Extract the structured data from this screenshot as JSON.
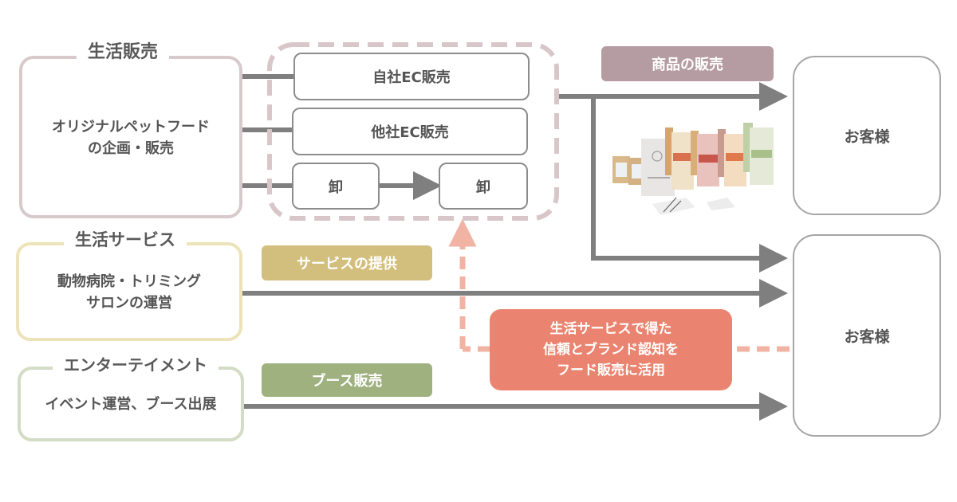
{
  "colors": {
    "life_sales_border": "#d8c9cc",
    "life_service_border": "#ece3b8",
    "entertainment_border": "#d3dcc4",
    "dashed_group": "#d8c6ca",
    "arrow_gray": "#7f7f7f",
    "tag_product": "#b59ca2",
    "tag_service": "#d3bf7d",
    "tag_booth": "#9fb17f",
    "highlight": "#ea8470",
    "dashed_pink": "#f1b3a3"
  },
  "groups": {
    "life_sales": {
      "title": "生活販売",
      "body_line1": "オリジナルペットフード",
      "body_line2": "の企画・販売"
    },
    "life_service": {
      "title": "生活サービス",
      "body_line1": "動物病院・トリミング",
      "body_line2": "サロンの運営"
    },
    "entertainment": {
      "title": "エンターテイメント",
      "body_line1": "イベント運営、ブース出展"
    }
  },
  "channels": {
    "own_ec": "自社EC販売",
    "other_ec": "他社EC販売",
    "wholesale_1": "卸",
    "wholesale_2": "卸"
  },
  "tags": {
    "product_sales": "商品の販売",
    "service_provision": "サービスの提供",
    "booth_sales": "ブース販売"
  },
  "highlight": {
    "line1": "生活サービスで得た",
    "line2": "信頼とブランド認知を",
    "line3": "フード販売に活用"
  },
  "customers": {
    "top": "お客様",
    "bottom": "お客様"
  },
  "product_image": {
    "icon": "pet-food-packages-image"
  }
}
